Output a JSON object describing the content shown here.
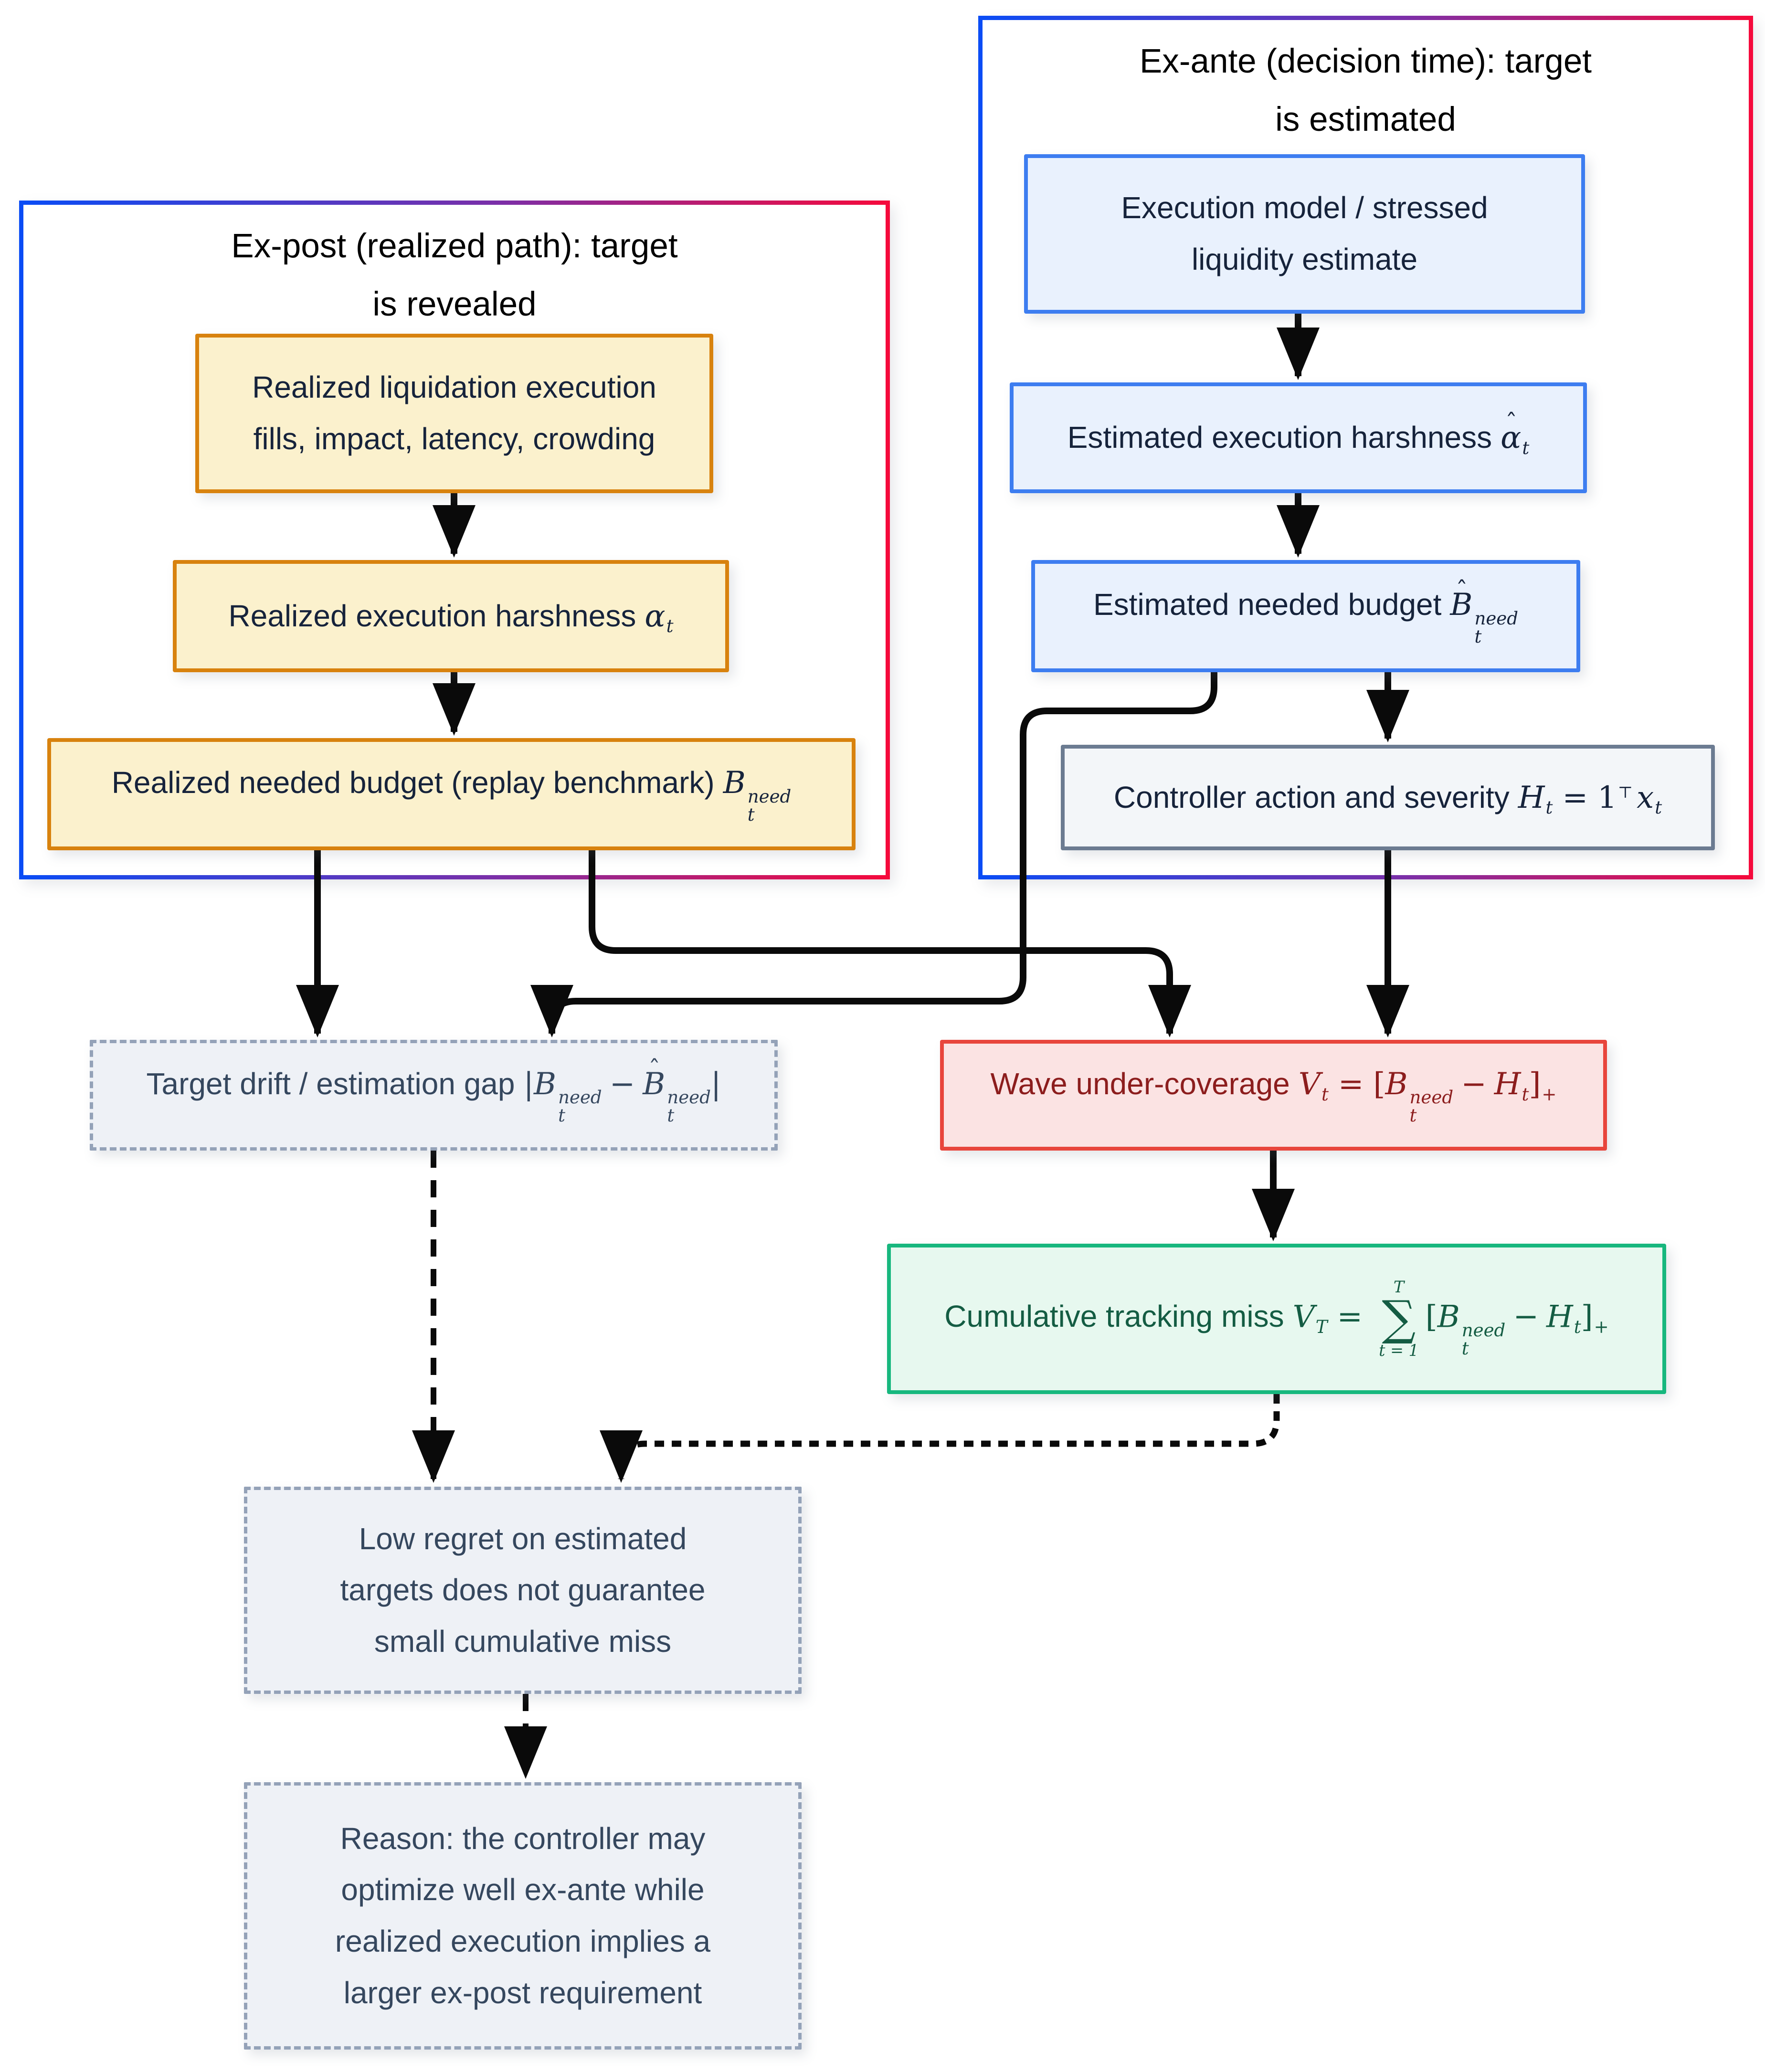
{
  "diagram": {
    "groups": {
      "ex_post": {
        "title_line1": "Ex-post (realized path): target",
        "title_line2": "is revealed"
      },
      "ex_ante": {
        "title_line1": "Ex-ante (decision time): target",
        "title_line2": "is estimated"
      }
    },
    "boxes": {
      "realized_execution": {
        "line1": "Realized liquidation execution",
        "line2": "fills, impact, latency, crowding"
      },
      "realized_harshness": {
        "label": "Realized execution harshness",
        "sym": "α",
        "sub": "t"
      },
      "realized_budget": {
        "label": "Realized needed budget (replay benchmark)",
        "sym": "B",
        "sup": "need",
        "sub": "t"
      },
      "execution_model": {
        "line1": "Execution model / stressed",
        "line2": "liquidity estimate"
      },
      "estimated_harshness": {
        "label": "Estimated execution harshness",
        "hat": "ˆ",
        "sym": "α",
        "sub": "t"
      },
      "estimated_budget": {
        "label": "Estimated needed budget",
        "hat": "ˆ",
        "sym": "B",
        "sup": "need",
        "sub": "t"
      },
      "controller_action": {
        "label": "Controller action and severity",
        "h": "H",
        "h_sub": "t",
        "eq": "=",
        "one": "1",
        "transpose": "⊤",
        "x": "x",
        "x_sub": "t"
      },
      "target_drift": {
        "label": "Target drift / estimation gap",
        "bar_left": "|",
        "b": "B",
        "b_sup": "need",
        "b_sub": "t",
        "minus": "−",
        "hat": "ˆ",
        "b_hat": "B",
        "bh_sup": "need",
        "bh_sub": "t",
        "bar_right": "|"
      },
      "wave_under_coverage": {
        "label": "Wave under-coverage",
        "v": "V",
        "v_sub": "t",
        "eq": "=",
        "bracket_left": "[",
        "b": "B",
        "b_sup": "need",
        "b_sub": "t",
        "minus": "−",
        "h": "H",
        "h_sub": "t",
        "bracket_right": "]",
        "plus_sub": "+"
      },
      "cumulative_miss": {
        "label": "Cumulative tracking miss",
        "v": "V",
        "v_sub": "T",
        "eq": "=",
        "sigma": "∑",
        "sum_upper": "T",
        "sum_lower": "t = 1",
        "bracket_left": "[",
        "b": "B",
        "b_sup": "need",
        "b_sub": "t",
        "minus": "−",
        "h": "H",
        "h_sub": "t",
        "bracket_right": "]",
        "plus_sub": "+"
      },
      "low_regret": {
        "line1": "Low regret on estimated",
        "line2": "targets does not guarantee",
        "line3": "small cumulative miss"
      },
      "reason": {
        "line1": "Reason: the controller may",
        "line2": "optimize well ex-ante while",
        "line3": "realized execution implies a",
        "line4": "larger ex-post requirement"
      }
    },
    "colors": {
      "gradient_start": "#0a4cf5",
      "gradient_mid": "#7b2fa8",
      "gradient_end": "#f50a3c",
      "yellow_bg": "#fbf1cd",
      "yellow_border": "#d8820e",
      "blue_bg": "#e9f1fd",
      "blue_border": "#3d7df0",
      "gray_bg": "#f3f6f9",
      "gray_border": "#6b7b91",
      "red_bg": "#fbe3e3",
      "red_border": "#e8453c",
      "red_text": "#8c1d1d",
      "green_bg": "#e7f8ef",
      "green_border": "#17b77e",
      "green_text": "#145c43",
      "dashed_bg": "#eef1f6",
      "dashed_border": "#94a2b8",
      "dashed_text": "#35475e",
      "text_dark": "#16233b",
      "arrow": "#0a0a0a"
    }
  }
}
